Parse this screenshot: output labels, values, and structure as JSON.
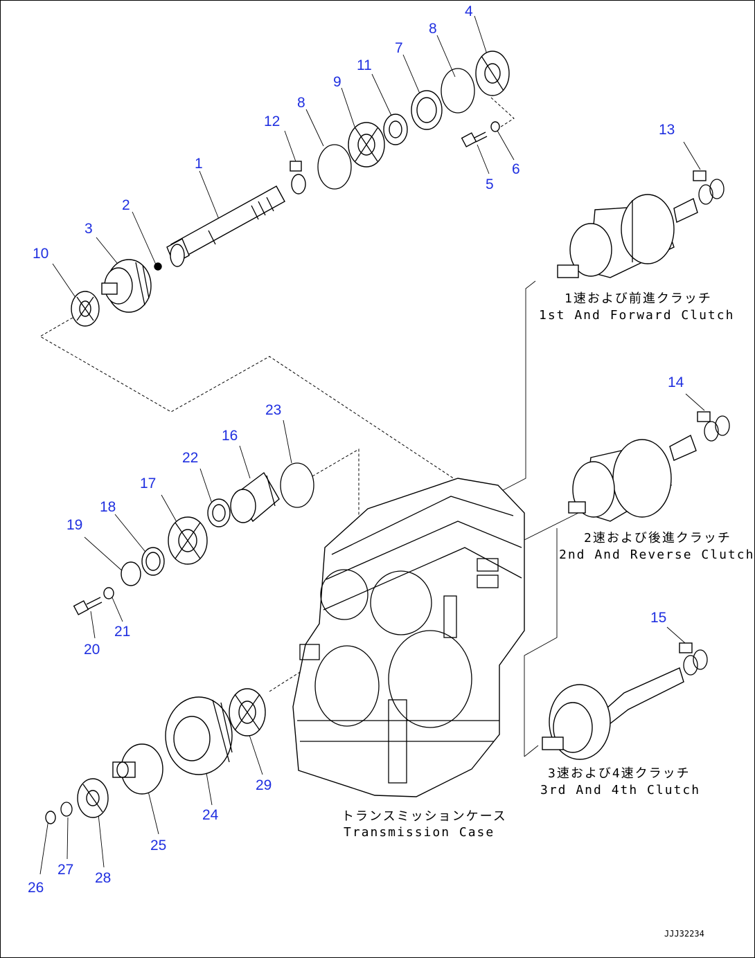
{
  "callouts": {
    "c1": "1",
    "c2": "2",
    "c3": "3",
    "c4": "4",
    "c5": "5",
    "c6": "6",
    "c7": "7",
    "c8a": "8",
    "c8b": "8",
    "c9": "9",
    "c10": "10",
    "c11": "11",
    "c12": "12",
    "c13": "13",
    "c14": "14",
    "c15": "15",
    "c16": "16",
    "c17": "17",
    "c18": "18",
    "c19": "19",
    "c20": "20",
    "c21": "21",
    "c22": "22",
    "c23": "23",
    "c24": "24",
    "c25": "25",
    "c26": "26",
    "c27": "27",
    "c28": "28",
    "c29": "29"
  },
  "labels": {
    "clutch1_jp": "1速および前進クラッチ",
    "clutch1_en": "1st And Forward Clutch",
    "clutch2_jp": "2速および後進クラッチ",
    "clutch2_en": "2nd And Reverse Clutch",
    "clutch3_jp": "3速および4速クラッチ",
    "clutch3_en": "3rd And 4th Clutch",
    "case_jp": "トランスミッションケース",
    "case_en": "Transmission Case"
  },
  "doc_id": "JJJ32234",
  "colors": {
    "callout": "#1f2fe0",
    "line": "#000000",
    "background": "#ffffff"
  }
}
